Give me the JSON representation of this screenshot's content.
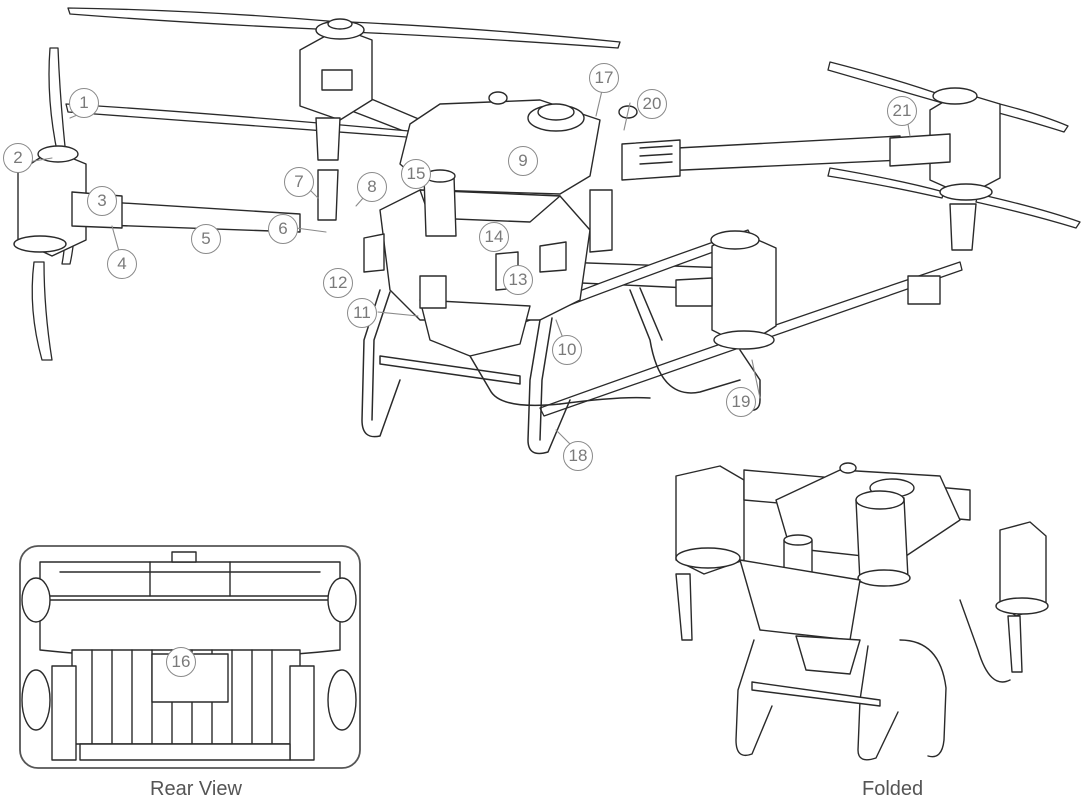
{
  "diagram": {
    "subject": "agricultural drone exploded-reference illustration",
    "line_color": "#2a2a2a",
    "callout_color": "#8a8a8a",
    "callouts": [
      "1",
      "2",
      "3",
      "4",
      "5",
      "6",
      "7",
      "8",
      "9",
      "10",
      "11",
      "12",
      "13",
      "14",
      "15",
      "16",
      "17",
      "18",
      "19",
      "20",
      "21"
    ],
    "captions": {
      "rear_view": "Rear View",
      "folded": "Folded"
    }
  }
}
